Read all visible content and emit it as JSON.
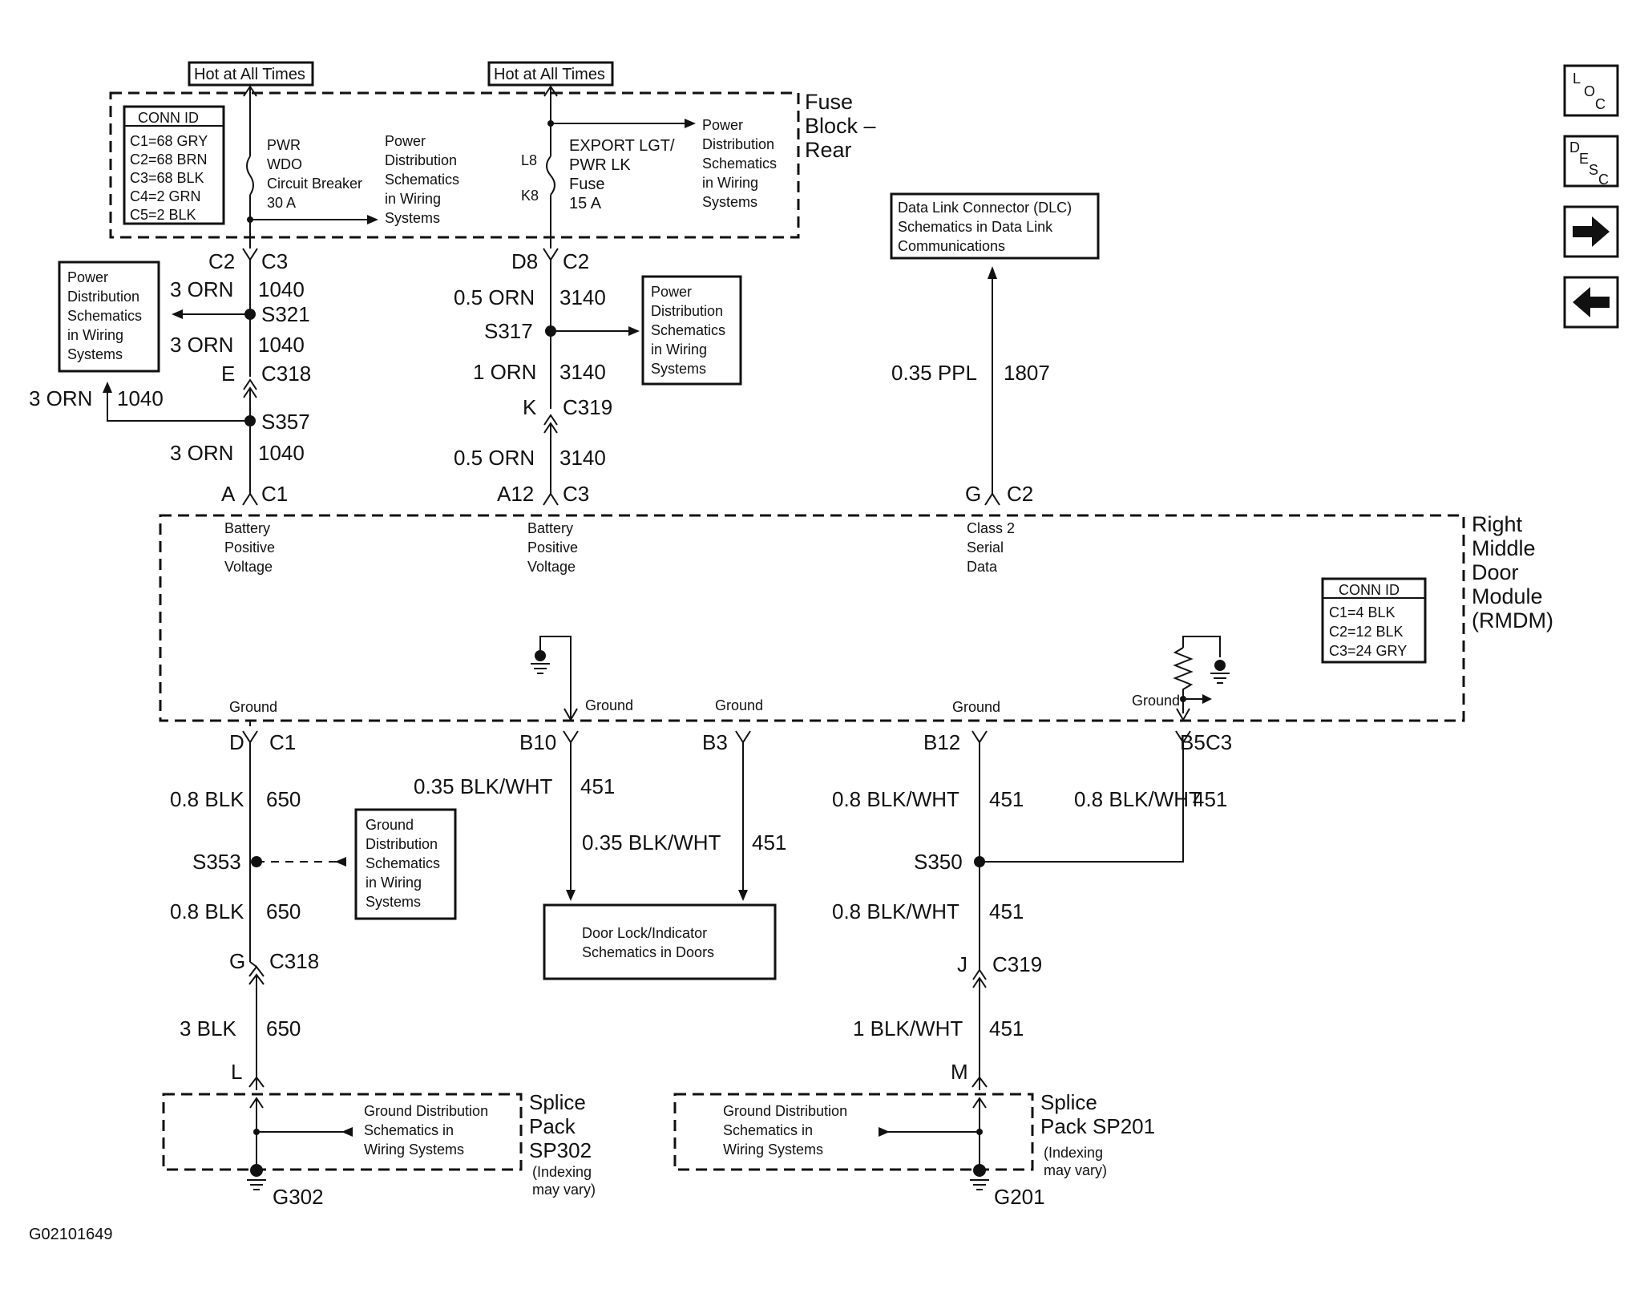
{
  "fuse_block": {
    "name": "Fuse Block – Rear",
    "hot_left": "Hot at All Times",
    "hot_right": "Hot at All Times",
    "conn_id_title": "CONN ID",
    "conn_ids": [
      "C1=68 GRY",
      "C2=68 BRN",
      "C3=68 BLK",
      "C4=2 GRN",
      "C5=2 BLK"
    ],
    "breaker_lines": [
      "PWR",
      "WDO",
      "Circuit Breaker",
      "30 A"
    ],
    "fuse_lines": [
      "EXPORT LGT/",
      "PWR LK",
      "Fuse",
      "15 A"
    ],
    "fuse_pins": [
      "L8",
      "K8"
    ],
    "pd_ref_left": [
      "Power",
      "Distribution",
      "Schematics",
      "in Wiring",
      "Systems"
    ],
    "pd_ref_right": [
      "Power",
      "Distribution",
      "Schematics",
      "in Wiring",
      "Systems"
    ]
  },
  "references": {
    "power_dist_left": [
      "Power",
      "Distribution",
      "Schematics",
      "in Wiring",
      "Systems"
    ],
    "power_dist_mid": [
      "Power",
      "Distribution",
      "Schematics",
      "in Wiring",
      "Systems"
    ],
    "dlc": [
      "Data Link Connector (DLC)",
      "Schematics in Data Link",
      "Communications"
    ],
    "ground_dist": [
      "Ground",
      "Distribution",
      "Schematics",
      "in Wiring",
      "Systems"
    ],
    "door_lock": [
      "Door Lock/Indicator",
      "Schematics in Doors"
    ],
    "ground_sp302": [
      "Ground Distribution",
      "Schematics in",
      "Wiring Systems"
    ],
    "ground_sp201": [
      "Ground Distribution",
      "Schematics in",
      "Wiring Systems"
    ]
  },
  "circuit_1040": {
    "conn_top_pin": "C2",
    "conn_top": "C3",
    "wire_a": "3 ORN",
    "num_a": "1040",
    "splice_a": "S321",
    "wire_b": "3 ORN",
    "num_b": "1040",
    "conn_mid_pin": "E",
    "conn_mid": "C318",
    "branch_wire": "3 ORN",
    "branch_num": "1040",
    "splice_b": "S357",
    "wire_c": "3 ORN",
    "num_c": "1040",
    "conn_bot_pin": "A",
    "conn_bot": "C1"
  },
  "circuit_3140": {
    "conn_top_pin": "D8",
    "conn_top": "C2",
    "wire_a": "0.5 ORN",
    "num_a": "3140",
    "splice": "S317",
    "wire_b": "1 ORN",
    "num_b": "3140",
    "conn_mid_pin": "K",
    "conn_mid": "C319",
    "wire_c": "0.5 ORN",
    "num_c": "3140",
    "conn_bot_pin": "A12",
    "conn_bot": "C3"
  },
  "circuit_1807": {
    "wire": "0.35 PPL",
    "num": "1807",
    "conn_pin": "G",
    "conn": "C2"
  },
  "module": {
    "name": [
      "Right",
      "Middle",
      "Door",
      "Module",
      "(RMDM)"
    ],
    "conn_id_title": "CONN ID",
    "conn_ids": [
      "C1=4 BLK",
      "C2=12 BLK",
      "C3=24 GRY"
    ],
    "bpv_1": [
      "Battery",
      "Positive",
      "Voltage"
    ],
    "bpv_2": [
      "Battery",
      "Positive",
      "Voltage"
    ],
    "class2": [
      "Class 2",
      "Serial",
      "Data"
    ],
    "gnd_labels": [
      "Ground",
      "Ground",
      "Ground",
      "Ground",
      "Ground"
    ]
  },
  "ground_650": {
    "conn_pin": "D",
    "conn": "C1",
    "wire_a": "0.8 BLK",
    "num_a": "650",
    "splice": "S353",
    "wire_b": "0.8 BLK",
    "num_b": "650",
    "conn_mid_pin": "G",
    "conn_mid": "C318",
    "wire_c": "3 BLK",
    "num_c": "650",
    "conn_bot_pin": "L",
    "splice_pack": [
      "Splice",
      "Pack",
      "SP302"
    ],
    "indexing": [
      "(Indexing",
      "may vary)"
    ],
    "ground": "G302"
  },
  "ground_451": {
    "b10_pin": "B10",
    "b3_pin": "B3",
    "b12_pin": "B12",
    "b5_pin": "B5",
    "b5_conn": "C3",
    "wire_b10": "0.35 BLK/WHT",
    "num_b10": "451",
    "wire_b3": "0.35 BLK/WHT",
    "num_b3": "451",
    "wire_b12": "0.8 BLK/WHT",
    "num_b12": "451",
    "wire_b5": "0.8 BLK/WHT",
    "num_b5": "451",
    "splice": "S350",
    "wire_b": "0.8 BLK/WHT",
    "num_b": "451",
    "conn_mid_pin": "J",
    "conn_mid": "C319",
    "wire_c": "1 BLK/WHT",
    "num_c": "451",
    "conn_bot_pin": "M",
    "splice_pack": [
      "Splice",
      "Pack SP201"
    ],
    "indexing": [
      "(Indexing",
      "may vary)"
    ],
    "ground": "G201"
  },
  "figure_id": "G02101649",
  "nav": {
    "loc": [
      "L",
      "O",
      "C"
    ],
    "desc": [
      "D",
      "E",
      "S",
      "C"
    ],
    "forward_icon": "arrow-right",
    "back_icon": "arrow-left"
  }
}
